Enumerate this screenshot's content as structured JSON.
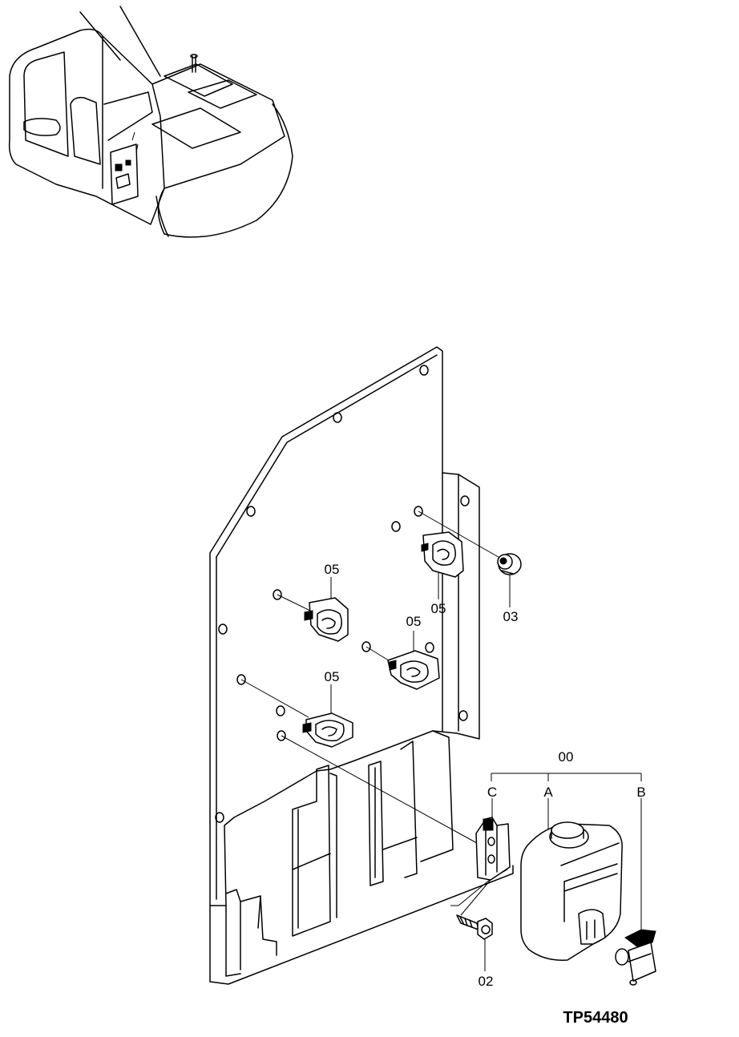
{
  "drawing_number": "TP54480",
  "callouts": {
    "assembly": "00",
    "part_a": "A",
    "part_b": "B",
    "part_c": "C",
    "bolt": "02",
    "grommet": "03",
    "clip_1": "05",
    "clip_2": "05",
    "clip_3": "05",
    "clip_4": "05"
  }
}
